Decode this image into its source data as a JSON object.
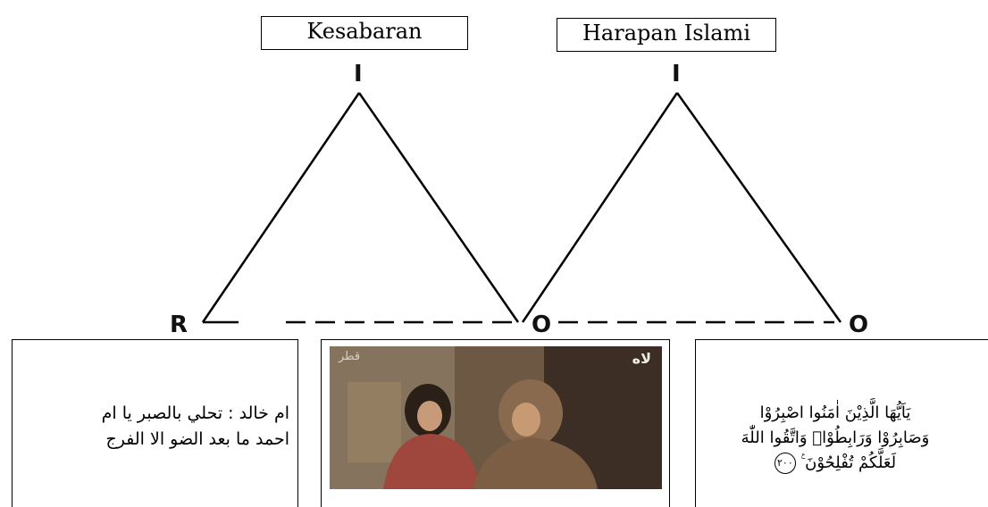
{
  "diagram": {
    "labels": {
      "kesabaran": "Kesabaran",
      "harapan": "Harapan Islami"
    },
    "nodes": {
      "i1": "I",
      "i2": "I",
      "r": "R",
      "o1": "O",
      "o2": "O"
    }
  },
  "panels": {
    "left_text_line1": "ام خالد : تحلي بالصبر يا ام",
    "left_text_line2": "احمد ما بعد الضو الا الفرج",
    "video": {
      "channel_text": "قطر",
      "logo_text": "لاه"
    },
    "verse_line1": "يَاَيُّهَا الَّذِيْنَ اٰمَنُوا اصْبِرُوْا",
    "verse_line2": "وَصَابِرُوْا وَرَابِطُوْاۗ وَاتَّقُوا اللّٰهَ",
    "verse_line3": "لَعَلَّكُمْ تُفْلِحُوْنَ ࣖ",
    "verse_number": "٢٠٠"
  }
}
